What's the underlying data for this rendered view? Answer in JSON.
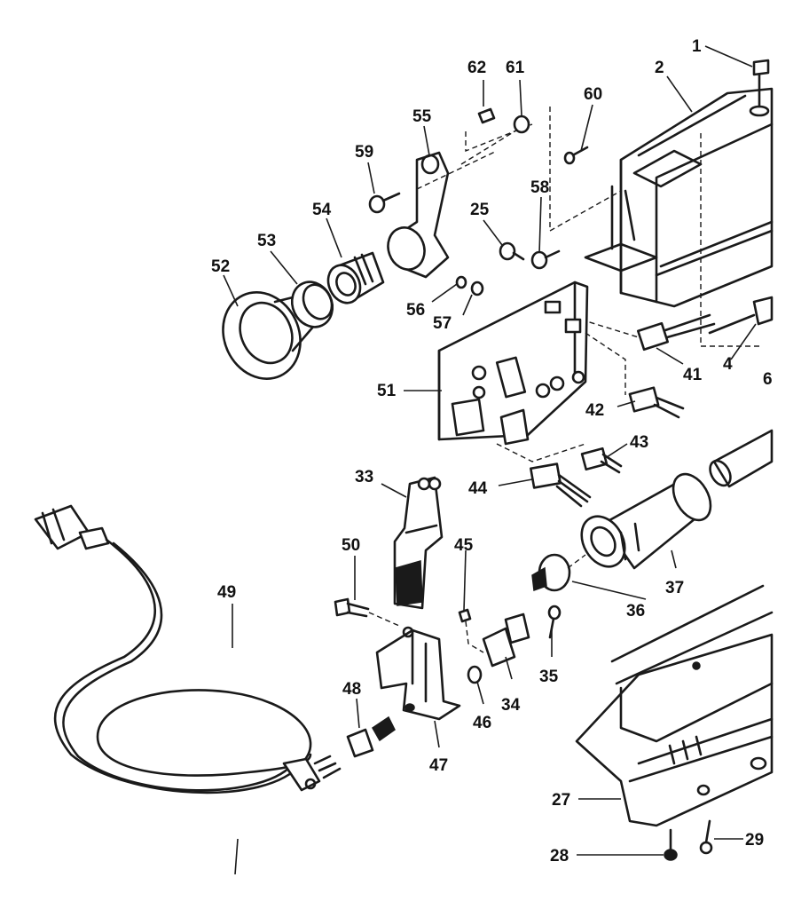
{
  "callouts": {
    "c1": "1",
    "c2": "2",
    "c4": "4",
    "c6": "6",
    "c25": "25",
    "c27": "27",
    "c28": "28",
    "c29": "29",
    "c33": "33",
    "c34": "34",
    "c35": "35",
    "c36": "36",
    "c37": "37",
    "c41": "41",
    "c42": "42",
    "c43": "43",
    "c44": "44",
    "c45": "45",
    "c46": "46",
    "c47": "47",
    "c48": "48",
    "c49": "49",
    "c50": "50",
    "c51": "51",
    "c52": "52",
    "c53": "53",
    "c54": "54",
    "c55": "55",
    "c56": "56",
    "c57": "57",
    "c58": "58",
    "c59": "59",
    "c60": "60",
    "c61": "61",
    "c62": "62"
  },
  "colors": {
    "ink": "#1a1a1a",
    "paper": "#ffffff"
  }
}
